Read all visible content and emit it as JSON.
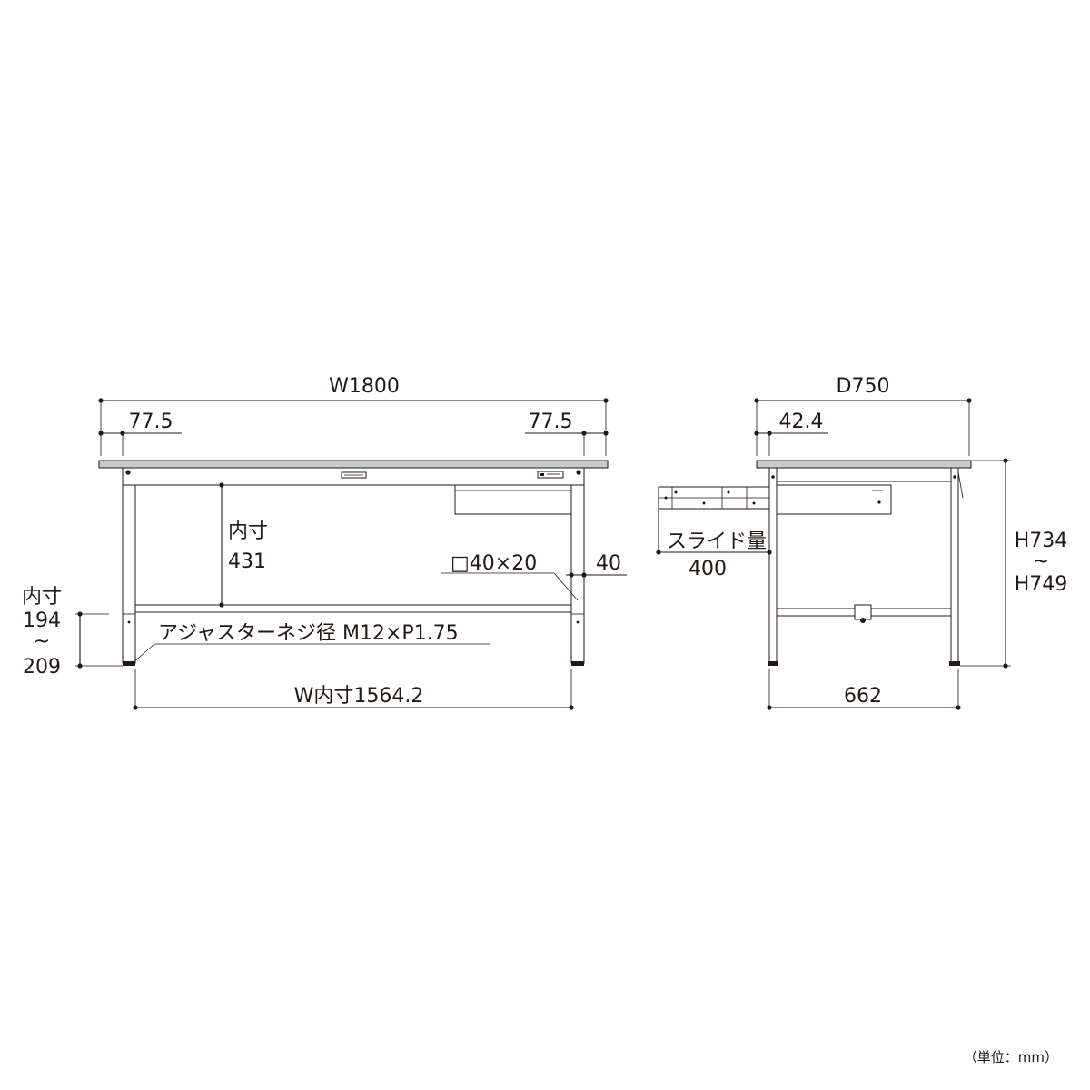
{
  "front_view": {
    "width_total": "W1800",
    "leg_offset_left": "77.5",
    "leg_offset_right": "77.5",
    "inner_height_label": "内寸",
    "inner_height_value": "431",
    "pipe_size": "□40×20",
    "beam_height": "40",
    "adjuster_clearance_label": "内寸",
    "adjuster_clearance_min": "194",
    "adjuster_clearance_tilde": "~",
    "adjuster_clearance_max": "209",
    "adjuster_spec": "アジャスターネジ径 M12×P1.75",
    "inner_width": "W内寸1564.2"
  },
  "side_view": {
    "depth_total": "D750",
    "leg_offset": "42.4",
    "slide_label": "スライド量",
    "slide_value": "400",
    "height_min": "H734",
    "height_tilde": "~",
    "height_max": "H749",
    "leg_span": "662"
  },
  "unit_note": "（単位：mm）"
}
